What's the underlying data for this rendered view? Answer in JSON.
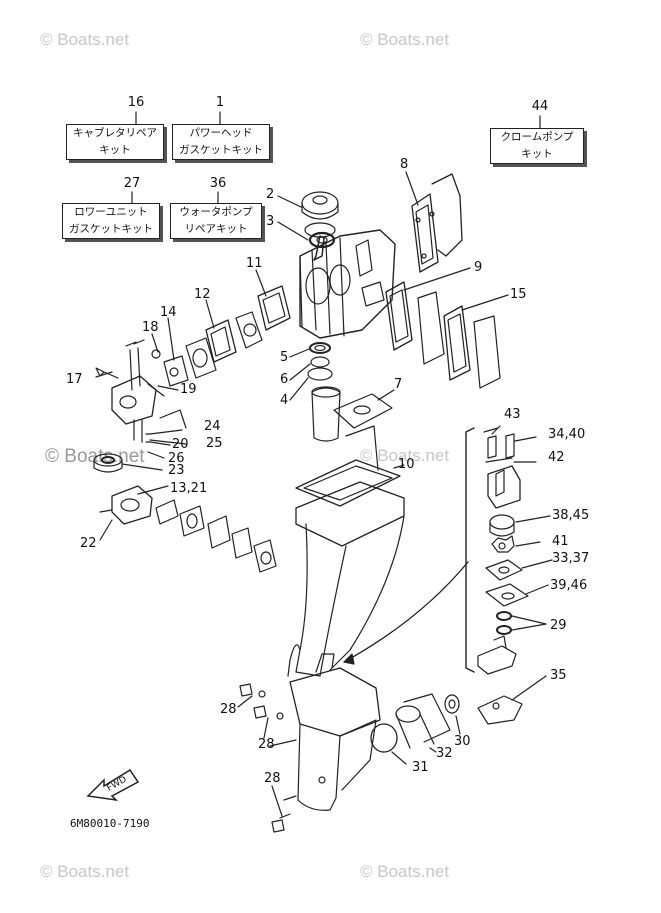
{
  "watermarks": [
    "© Boats.net",
    "© Boats.net",
    "© Boats.net",
    "© Boats.net",
    "© Boats.net",
    "© Boats.net"
  ],
  "kits": [
    {
      "number": "16",
      "line1": "キャブレタリペア",
      "line2": "キット"
    },
    {
      "number": "1",
      "line1": "パワーヘッド",
      "line2": "ガスケットキット"
    },
    {
      "number": "27",
      "line1": "ロワーユニット",
      "line2": "ガスケットキット"
    },
    {
      "number": "36",
      "line1": "ウォータポンプ",
      "line2": "リペアキット"
    },
    {
      "number": "44",
      "line1": "クロームポンプ",
      "line2": "キット"
    }
  ],
  "callouts": [
    "2",
    "3",
    "8",
    "11",
    "12",
    "9",
    "15",
    "14",
    "18",
    "5",
    "6",
    "4",
    "7",
    "17",
    "19",
    "24",
    "20",
    "25",
    "26",
    "23",
    "13,21",
    "10",
    "22",
    "43",
    "34,40",
    "42",
    "38,45",
    "41",
    "33,37",
    "39,46",
    "29",
    "35",
    "28",
    "28",
    "30",
    "32",
    "31",
    "28"
  ],
  "fwd_label": "FWD",
  "part_reference": "6M80010-7190"
}
